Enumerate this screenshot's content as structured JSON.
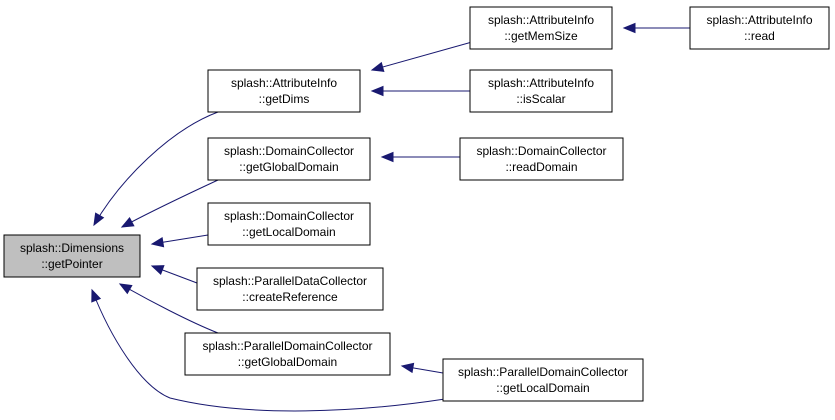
{
  "graph": {
    "nodes": [
      {
        "id": "n0",
        "line1": "splash::Dimensions",
        "line2": "::getPointer",
        "root": true
      },
      {
        "id": "n1",
        "line1": "splash::AttributeInfo",
        "line2": "::getDims"
      },
      {
        "id": "n2",
        "line1": "splash::AttributeInfo",
        "line2": "::getMemSize"
      },
      {
        "id": "n3",
        "line1": "splash::AttributeInfo",
        "line2": "::read"
      },
      {
        "id": "n4",
        "line1": "splash::AttributeInfo",
        "line2": "::isScalar"
      },
      {
        "id": "n5",
        "line1": "splash::DomainCollector",
        "line2": "::getGlobalDomain"
      },
      {
        "id": "n6",
        "line1": "splash::DomainCollector",
        "line2": "::readDomain"
      },
      {
        "id": "n7",
        "line1": "splash::DomainCollector",
        "line2": "::getLocalDomain"
      },
      {
        "id": "n8",
        "line1": "splash::ParallelDataCollector",
        "line2": "::createReference"
      },
      {
        "id": "n9",
        "line1": "splash::ParallelDomainCollector",
        "line2": "::getGlobalDomain"
      },
      {
        "id": "n10",
        "line1": "splash::ParallelDomainCollector",
        "line2": "::getLocalDomain"
      }
    ],
    "edges": [
      {
        "from": "n1",
        "to": "n0"
      },
      {
        "from": "n5",
        "to": "n0"
      },
      {
        "from": "n7",
        "to": "n0"
      },
      {
        "from": "n8",
        "to": "n0"
      },
      {
        "from": "n9",
        "to": "n0"
      },
      {
        "from": "n10",
        "to": "n0"
      },
      {
        "from": "n2",
        "to": "n1"
      },
      {
        "from": "n4",
        "to": "n1"
      },
      {
        "from": "n3",
        "to": "n2"
      },
      {
        "from": "n6",
        "to": "n5"
      },
      {
        "from": "n10",
        "to": "n9"
      }
    ]
  }
}
